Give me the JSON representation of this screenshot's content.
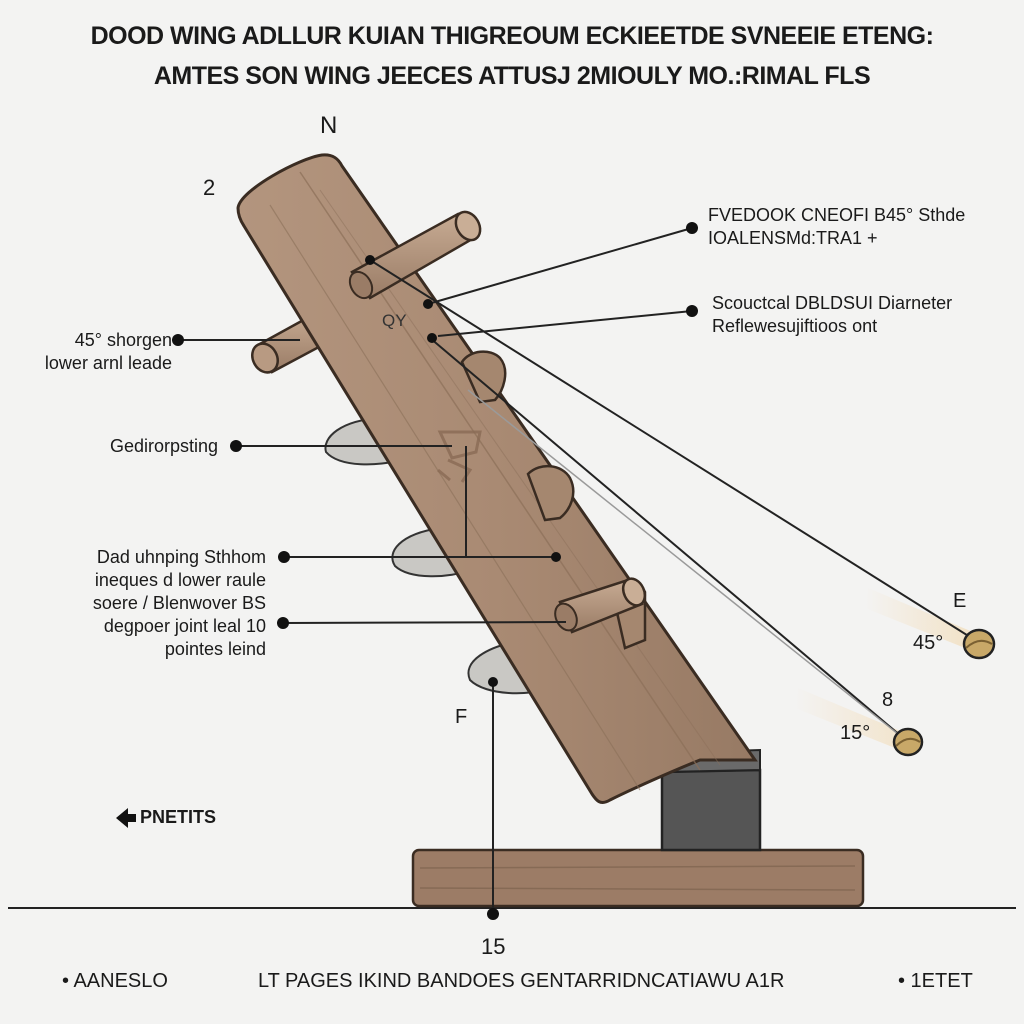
{
  "title": {
    "line1": "DOOD WING ADLLUR KUIAN THIGREOUM ECKIEETDE SVNEEIE ETENG:",
    "line2": "AMTES SON WING JEECES  ATTUSJ 2MIOULY MO.:RIMAL FLS"
  },
  "markers": {
    "n": "N",
    "two": "2",
    "e": "E",
    "eight": "8",
    "f": "F",
    "fifteen": "15",
    "angle_upper": "45°",
    "angle_lower": "15°",
    "joint_mark": "QY"
  },
  "callouts": {
    "top_right": {
      "line1": "FVEDOOK CNEOFI B45° Sthde",
      "line2": "IOALENSMd:TRA1 +"
    },
    "mid_right": {
      "line1": "Scouctcal DBLDSUI Diarneter",
      "line2": "Reflewesujiftioos ont"
    },
    "left_upper": {
      "line1": "45° shorgen",
      "line2": "lower arnl leade"
    },
    "left_mid": {
      "line1": "Gedirorpsting"
    },
    "left_lower": {
      "line1": "Dad uhnping Sthhom",
      "line2": "ineques d lower raule",
      "line3": "soere / Blenwover BS",
      "line4": "degpoer joint leal 10",
      "line5": "pointes leind"
    }
  },
  "legend_arrow": {
    "label": "PNETITS"
  },
  "footer": {
    "left": "• AANESLO",
    "center": "LT PAGES IKIND BANDOES  GENTARRIDNCATIAWU A1R",
    "right": "• 1ETET"
  },
  "colors": {
    "wood": "#a98a73",
    "wood_dark": "#7d6350",
    "wood_outline": "#3a2c22",
    "bracket": "#505050",
    "base": "#9c7c66",
    "background": "#f3f3f2"
  }
}
